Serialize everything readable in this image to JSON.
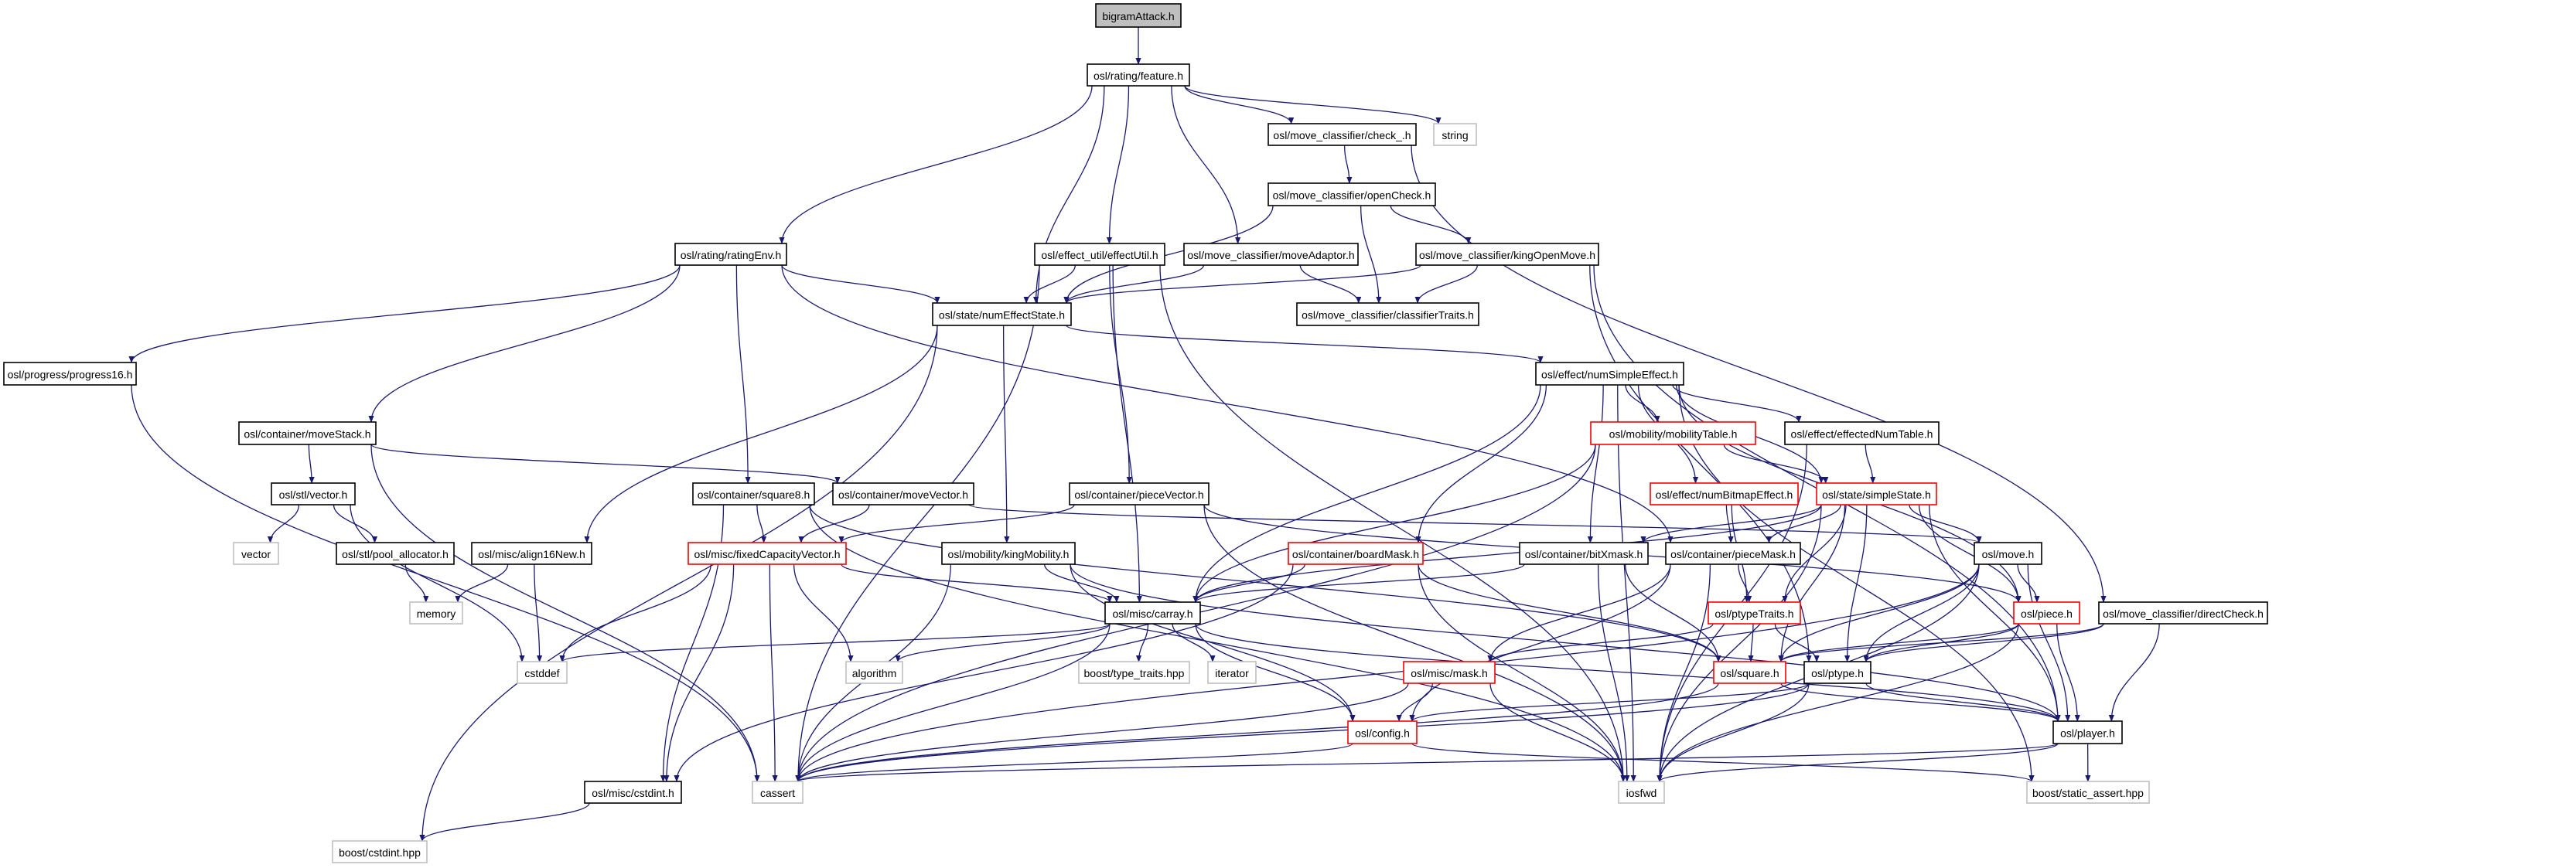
{
  "graph": {
    "kind": "include dependency graph",
    "edge_color": "#191970",
    "node_styles": {
      "root": {
        "fill": "#bfbfbf",
        "border": "#000000"
      },
      "normal": {
        "fill": "#ffffff",
        "border": "#000000"
      },
      "truncated": {
        "fill": "#ffffff",
        "border": "#ff0000"
      },
      "external": {
        "fill": "#ffffff",
        "border": "#bfbfbf"
      }
    },
    "nodes": [
      {
        "id": "bigramAttack",
        "label": "bigramAttack.h",
        "style": "root"
      },
      {
        "id": "feature",
        "label": "osl/rating/feature.h",
        "style": "normal"
      },
      {
        "id": "check_",
        "label": "osl/move_classifier/check_.h",
        "style": "normal"
      },
      {
        "id": "string",
        "label": "string",
        "style": "external"
      },
      {
        "id": "openCheck",
        "label": "osl/move_classifier/openCheck.h",
        "style": "normal"
      },
      {
        "id": "ratingEnv",
        "label": "osl/rating/ratingEnv.h",
        "style": "normal"
      },
      {
        "id": "effectUtil",
        "label": "osl/effect_util/effectUtil.h",
        "style": "normal"
      },
      {
        "id": "moveAdaptor",
        "label": "osl/move_classifier/moveAdaptor.h",
        "style": "normal"
      },
      {
        "id": "kingOpenMove",
        "label": "osl/move_classifier/kingOpenMove.h",
        "style": "normal"
      },
      {
        "id": "numEffectState",
        "label": "osl/state/numEffectState.h",
        "style": "normal"
      },
      {
        "id": "classifierTraits",
        "label": "osl/move_classifier/classifierTraits.h",
        "style": "normal"
      },
      {
        "id": "progress16",
        "label": "osl/progress/progress16.h",
        "style": "normal"
      },
      {
        "id": "numSimpleEffect",
        "label": "osl/effect/numSimpleEffect.h",
        "style": "normal"
      },
      {
        "id": "moveStack",
        "label": "osl/container/moveStack.h",
        "style": "normal"
      },
      {
        "id": "mobilityTable",
        "label": "osl/mobility/mobilityTable.h",
        "style": "truncated"
      },
      {
        "id": "effectedNumTable",
        "label": "osl/effect/effectedNumTable.h",
        "style": "normal"
      },
      {
        "id": "stlVector",
        "label": "osl/stl/vector.h",
        "style": "normal"
      },
      {
        "id": "moveVector",
        "label": "osl/container/moveVector.h",
        "style": "normal"
      },
      {
        "id": "pieceVector",
        "label": "osl/container/pieceVector.h",
        "style": "normal"
      },
      {
        "id": "numBitmapEffect",
        "label": "osl/effect/numBitmapEffect.h",
        "style": "truncated"
      },
      {
        "id": "simpleState",
        "label": "osl/state/simpleState.h",
        "style": "truncated"
      },
      {
        "id": "square8",
        "label": "osl/container/square8.h",
        "style": "normal"
      },
      {
        "id": "vector",
        "label": "vector",
        "style": "external"
      },
      {
        "id": "poolAllocator",
        "label": "osl/stl/pool_allocator.h",
        "style": "normal"
      },
      {
        "id": "align16New",
        "label": "osl/misc/align16New.h",
        "style": "normal"
      },
      {
        "id": "fixedCapacityVector",
        "label": "osl/misc/fixedCapacityVector.h",
        "style": "truncated"
      },
      {
        "id": "kingMobility",
        "label": "osl/mobility/kingMobility.h",
        "style": "normal"
      },
      {
        "id": "boardMask",
        "label": "osl/container/boardMask.h",
        "style": "truncated"
      },
      {
        "id": "bitXmask",
        "label": "osl/container/bitXmask.h",
        "style": "normal"
      },
      {
        "id": "pieceMask",
        "label": "osl/container/pieceMask.h",
        "style": "normal"
      },
      {
        "id": "move",
        "label": "osl/move.h",
        "style": "normal"
      },
      {
        "id": "carray",
        "label": "osl/misc/carray.h",
        "style": "normal"
      },
      {
        "id": "ptypeTraits",
        "label": "osl/ptypeTraits.h",
        "style": "truncated"
      },
      {
        "id": "piece",
        "label": "osl/piece.h",
        "style": "truncated"
      },
      {
        "id": "directCheck",
        "label": "osl/move_classifier/directCheck.h",
        "style": "normal"
      },
      {
        "id": "memory",
        "label": "memory",
        "style": "external"
      },
      {
        "id": "cstddef",
        "label": "cstddef",
        "style": "external"
      },
      {
        "id": "algorithm",
        "label": "algorithm",
        "style": "external"
      },
      {
        "id": "typeTraits",
        "label": "boost/type_traits.hpp",
        "style": "external"
      },
      {
        "id": "iterator",
        "label": "iterator",
        "style": "external"
      },
      {
        "id": "mask",
        "label": "osl/misc/mask.h",
        "style": "truncated"
      },
      {
        "id": "square",
        "label": "osl/square.h",
        "style": "truncated"
      },
      {
        "id": "ptype",
        "label": "osl/ptype.h",
        "style": "normal"
      },
      {
        "id": "config",
        "label": "osl/config.h",
        "style": "truncated"
      },
      {
        "id": "player",
        "label": "osl/player.h",
        "style": "normal"
      },
      {
        "id": "cstdintH",
        "label": "osl/misc/cstdint.h",
        "style": "normal"
      },
      {
        "id": "cassert",
        "label": "cassert",
        "style": "external"
      },
      {
        "id": "iosfwd",
        "label": "iosfwd",
        "style": "external"
      },
      {
        "id": "staticAssert",
        "label": "boost/static_assert.hpp",
        "style": "external"
      },
      {
        "id": "boostCstdint",
        "label": "boost/cstdint.hpp",
        "style": "external"
      }
    ],
    "edges": [
      [
        "bigramAttack",
        "feature"
      ],
      [
        "feature",
        "ratingEnv"
      ],
      [
        "feature",
        "numEffectState"
      ],
      [
        "feature",
        "effectUtil"
      ],
      [
        "feature",
        "moveAdaptor"
      ],
      [
        "feature",
        "check_"
      ],
      [
        "feature",
        "string"
      ],
      [
        "check_",
        "openCheck"
      ],
      [
        "check_",
        "directCheck"
      ],
      [
        "openCheck",
        "numEffectState"
      ],
      [
        "openCheck",
        "classifierTraits"
      ],
      [
        "openCheck",
        "kingOpenMove"
      ],
      [
        "ratingEnv",
        "progress16"
      ],
      [
        "ratingEnv",
        "moveStack"
      ],
      [
        "ratingEnv",
        "square8"
      ],
      [
        "ratingEnv",
        "numEffectState"
      ],
      [
        "ratingEnv",
        "pieceMask"
      ],
      [
        "effectUtil",
        "numEffectState"
      ],
      [
        "effectUtil",
        "carray"
      ],
      [
        "effectUtil",
        "pieceVector"
      ],
      [
        "effectUtil",
        "iosfwd"
      ],
      [
        "effectUtil",
        "cassert"
      ],
      [
        "moveAdaptor",
        "numEffectState"
      ],
      [
        "moveAdaptor",
        "classifierTraits"
      ],
      [
        "kingOpenMove",
        "numEffectState"
      ],
      [
        "kingOpenMove",
        "classifierTraits"
      ],
      [
        "kingOpenMove",
        "player"
      ],
      [
        "kingOpenMove",
        "ptype"
      ],
      [
        "numEffectState",
        "numSimpleEffect"
      ],
      [
        "numEffectState",
        "kingMobility"
      ],
      [
        "numEffectState",
        "align16New"
      ],
      [
        "numEffectState",
        "boostCstdint"
      ],
      [
        "progress16",
        "cassert"
      ],
      [
        "numSimpleEffect",
        "mobilityTable"
      ],
      [
        "numSimpleEffect",
        "effectedNumTable"
      ],
      [
        "numSimpleEffect",
        "simpleState"
      ],
      [
        "numSimpleEffect",
        "numBitmapEffect"
      ],
      [
        "numSimpleEffect",
        "boardMask"
      ],
      [
        "numSimpleEffect",
        "bitXmask"
      ],
      [
        "numSimpleEffect",
        "carray"
      ],
      [
        "numSimpleEffect",
        "piece"
      ],
      [
        "numSimpleEffect",
        "iosfwd"
      ],
      [
        "numSimpleEffect",
        "staticAssert"
      ],
      [
        "mobilityTable",
        "simpleState"
      ],
      [
        "mobilityTable",
        "carray"
      ],
      [
        "mobilityTable",
        "cassert"
      ],
      [
        "effectedNumTable",
        "simpleState"
      ],
      [
        "effectedNumTable",
        "iosfwd"
      ],
      [
        "moveStack",
        "stlVector"
      ],
      [
        "moveStack",
        "moveVector"
      ],
      [
        "moveStack",
        "cassert"
      ],
      [
        "stlVector",
        "vector"
      ],
      [
        "stlVector",
        "poolAllocator"
      ],
      [
        "stlVector",
        "cstddef"
      ],
      [
        "poolAllocator",
        "memory"
      ],
      [
        "align16New",
        "memory"
      ],
      [
        "align16New",
        "cstddef"
      ],
      [
        "moveVector",
        "fixedCapacityVector"
      ],
      [
        "moveVector",
        "move"
      ],
      [
        "pieceVector",
        "fixedCapacityVector"
      ],
      [
        "pieceVector",
        "iosfwd"
      ],
      [
        "pieceVector",
        "piece"
      ],
      [
        "numBitmapEffect",
        "pieceMask"
      ],
      [
        "numBitmapEffect",
        "ptypeTraits"
      ],
      [
        "simpleState",
        "bitXmask"
      ],
      [
        "simpleState",
        "pieceMask"
      ],
      [
        "simpleState",
        "carray"
      ],
      [
        "simpleState",
        "move"
      ],
      [
        "simpleState",
        "piece"
      ],
      [
        "simpleState",
        "ptype"
      ],
      [
        "simpleState",
        "ptypeTraits"
      ],
      [
        "simpleState",
        "player"
      ],
      [
        "simpleState",
        "iosfwd"
      ],
      [
        "simpleState",
        "square"
      ],
      [
        "square8",
        "fixedCapacityVector"
      ],
      [
        "square8",
        "cstdintH"
      ],
      [
        "square8",
        "square"
      ],
      [
        "square8",
        "iosfwd"
      ],
      [
        "fixedCapacityVector",
        "cstddef"
      ],
      [
        "fixedCapacityVector",
        "cstdintH"
      ],
      [
        "fixedCapacityVector",
        "cassert"
      ],
      [
        "fixedCapacityVector",
        "algorithm"
      ],
      [
        "fixedCapacityVector",
        "carray"
      ],
      [
        "kingMobility",
        "carray"
      ],
      [
        "kingMobility",
        "cassert"
      ],
      [
        "kingMobility",
        "config"
      ],
      [
        "kingMobility",
        "player"
      ],
      [
        "boardMask",
        "carray"
      ],
      [
        "boardMask",
        "square"
      ],
      [
        "boardMask",
        "iosfwd"
      ],
      [
        "boardMask",
        "cstdintH"
      ],
      [
        "bitXmask",
        "carray"
      ],
      [
        "bitXmask",
        "square"
      ],
      [
        "bitXmask",
        "iosfwd"
      ],
      [
        "pieceMask",
        "mask"
      ],
      [
        "pieceMask",
        "ptypeTraits"
      ],
      [
        "pieceMask",
        "config"
      ],
      [
        "pieceMask",
        "iosfwd"
      ],
      [
        "move",
        "piece"
      ],
      [
        "move",
        "ptype"
      ],
      [
        "move",
        "square"
      ],
      [
        "move",
        "player"
      ],
      [
        "move",
        "iosfwd"
      ],
      [
        "move",
        "cassert"
      ],
      [
        "carray",
        "cstddef"
      ],
      [
        "carray",
        "algorithm"
      ],
      [
        "carray",
        "typeTraits"
      ],
      [
        "carray",
        "iterator"
      ],
      [
        "carray",
        "cassert"
      ],
      [
        "carray",
        "config"
      ],
      [
        "carray",
        "player"
      ],
      [
        "ptypeTraits",
        "square"
      ],
      [
        "ptypeTraits",
        "ptype"
      ],
      [
        "ptypeTraits",
        "mask"
      ],
      [
        "piece",
        "square"
      ],
      [
        "piece",
        "ptype"
      ],
      [
        "piece",
        "player"
      ],
      [
        "piece",
        "iosfwd"
      ],
      [
        "directCheck",
        "square"
      ],
      [
        "directCheck",
        "ptype"
      ],
      [
        "directCheck",
        "player"
      ],
      [
        "mask",
        "config"
      ],
      [
        "mask",
        "cassert"
      ],
      [
        "mask",
        "iosfwd"
      ],
      [
        "square",
        "player"
      ],
      [
        "square",
        "cassert"
      ],
      [
        "ptype",
        "player"
      ],
      [
        "ptype",
        "config"
      ],
      [
        "ptype",
        "iosfwd"
      ],
      [
        "ptype",
        "cassert"
      ],
      [
        "config",
        "cassert"
      ],
      [
        "config",
        "staticAssert"
      ],
      [
        "player",
        "iosfwd"
      ],
      [
        "player",
        "cassert"
      ],
      [
        "player",
        "staticAssert"
      ],
      [
        "cstdintH",
        "boostCstdint"
      ]
    ]
  }
}
